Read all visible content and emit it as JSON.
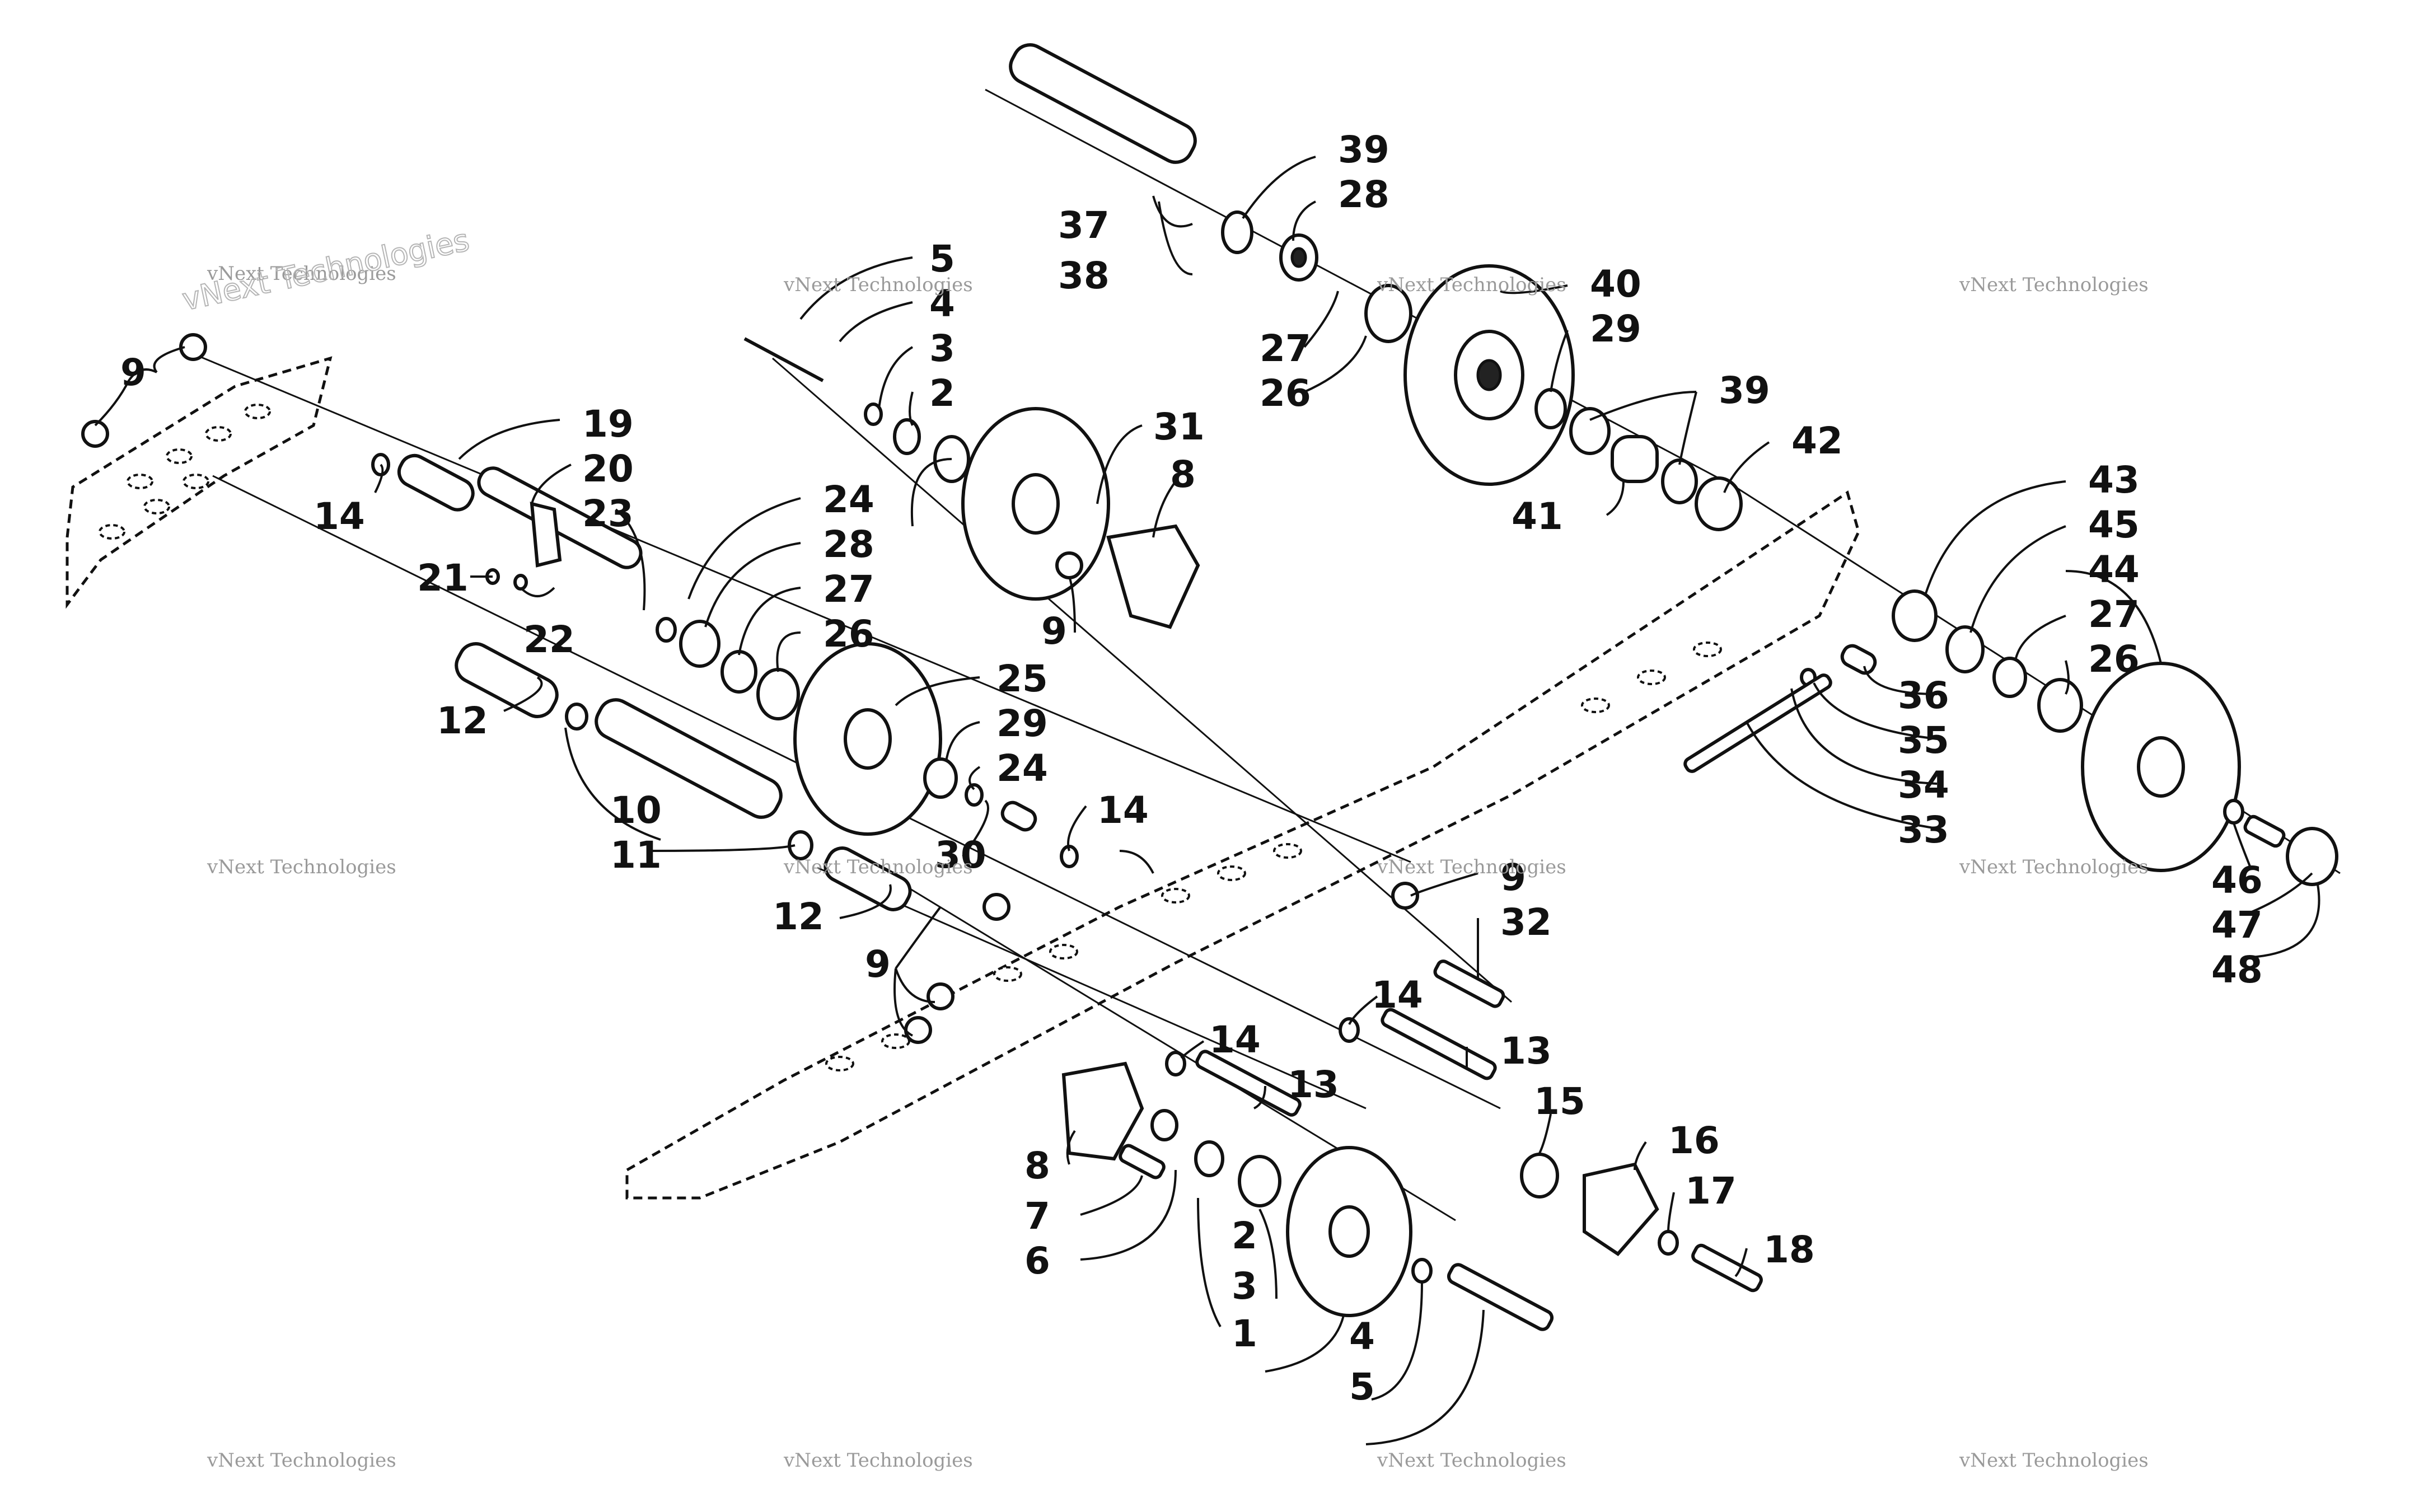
{
  "callouts": {
    "c1": "1",
    "c2a": "2",
    "c2b": "2",
    "c3a": "3",
    "c3b": "3",
    "c4a": "4",
    "c4b": "4",
    "c5a": "5",
    "c5b": "5",
    "c6": "6",
    "c7": "7",
    "c8a": "8",
    "c8b": "8",
    "c9a": "9",
    "c9b": "9",
    "c9c": "9",
    "c9d": "9",
    "c10": "10",
    "c11": "11",
    "c12a": "12",
    "c12b": "12",
    "c13a": "13",
    "c13b": "13",
    "c14a": "14",
    "c14b": "14",
    "c14c": "14",
    "c14d": "14",
    "c15": "15",
    "c16": "16",
    "c17": "17",
    "c18": "18",
    "c19": "19",
    "c20": "20",
    "c21": "21",
    "c22": "22",
    "c23": "23",
    "c24a": "24",
    "c24b": "24",
    "c25": "25",
    "c26a": "26",
    "c26b": "26",
    "c26c": "26",
    "c27a": "27",
    "c27b": "27",
    "c27c": "27",
    "c28a": "28",
    "c28b": "28",
    "c29a": "29",
    "c29b": "29",
    "c30": "30",
    "c31": "31",
    "c32": "32",
    "c33": "33",
    "c34": "34",
    "c35": "35",
    "c36": "36",
    "c37": "37",
    "c38": "38",
    "c39a": "39",
    "c39b": "39",
    "c40": "40",
    "c41": "41",
    "c42": "42",
    "c43": "43",
    "c44": "44",
    "c45": "45",
    "c46": "46",
    "c47": "47",
    "c48": "48"
  },
  "watermark": {
    "line1": "vNext Technologies",
    "line2": "vNext Technologies"
  }
}
